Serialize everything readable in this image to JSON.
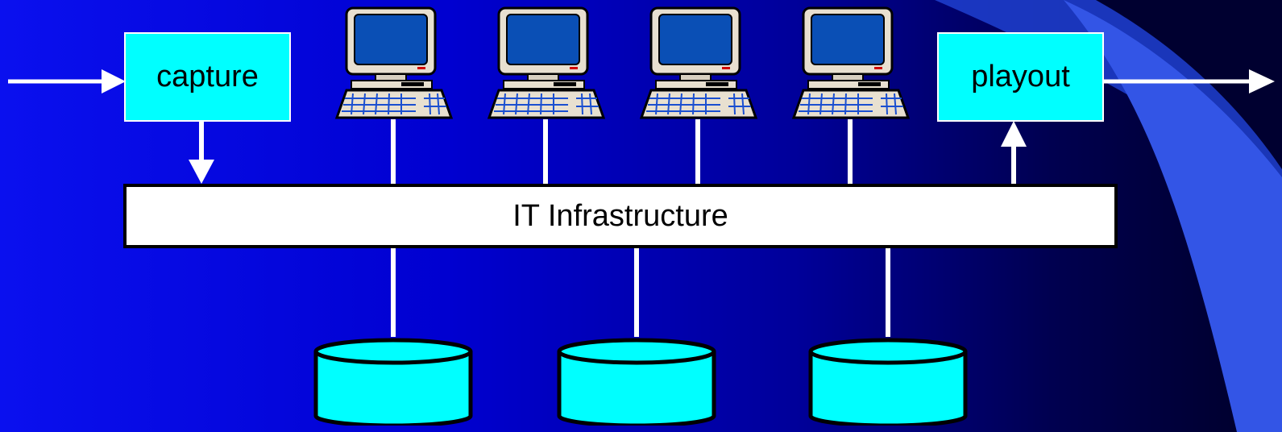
{
  "diagram": {
    "capture_label": "capture",
    "playout_label": "playout",
    "infrastructure_label": "IT Infrastructure",
    "workstations": [
      {
        "icon": "computer-workstation-icon"
      },
      {
        "icon": "computer-workstation-icon"
      },
      {
        "icon": "computer-workstation-icon"
      },
      {
        "icon": "computer-workstation-icon"
      }
    ],
    "storage": [
      {
        "icon": "storage-disk-icon"
      },
      {
        "icon": "storage-disk-icon"
      },
      {
        "icon": "storage-disk-icon"
      }
    ]
  },
  "colors": {
    "box_fill": "#00ffff",
    "background_blue": "#0000e8",
    "connector": "#ffffff"
  }
}
